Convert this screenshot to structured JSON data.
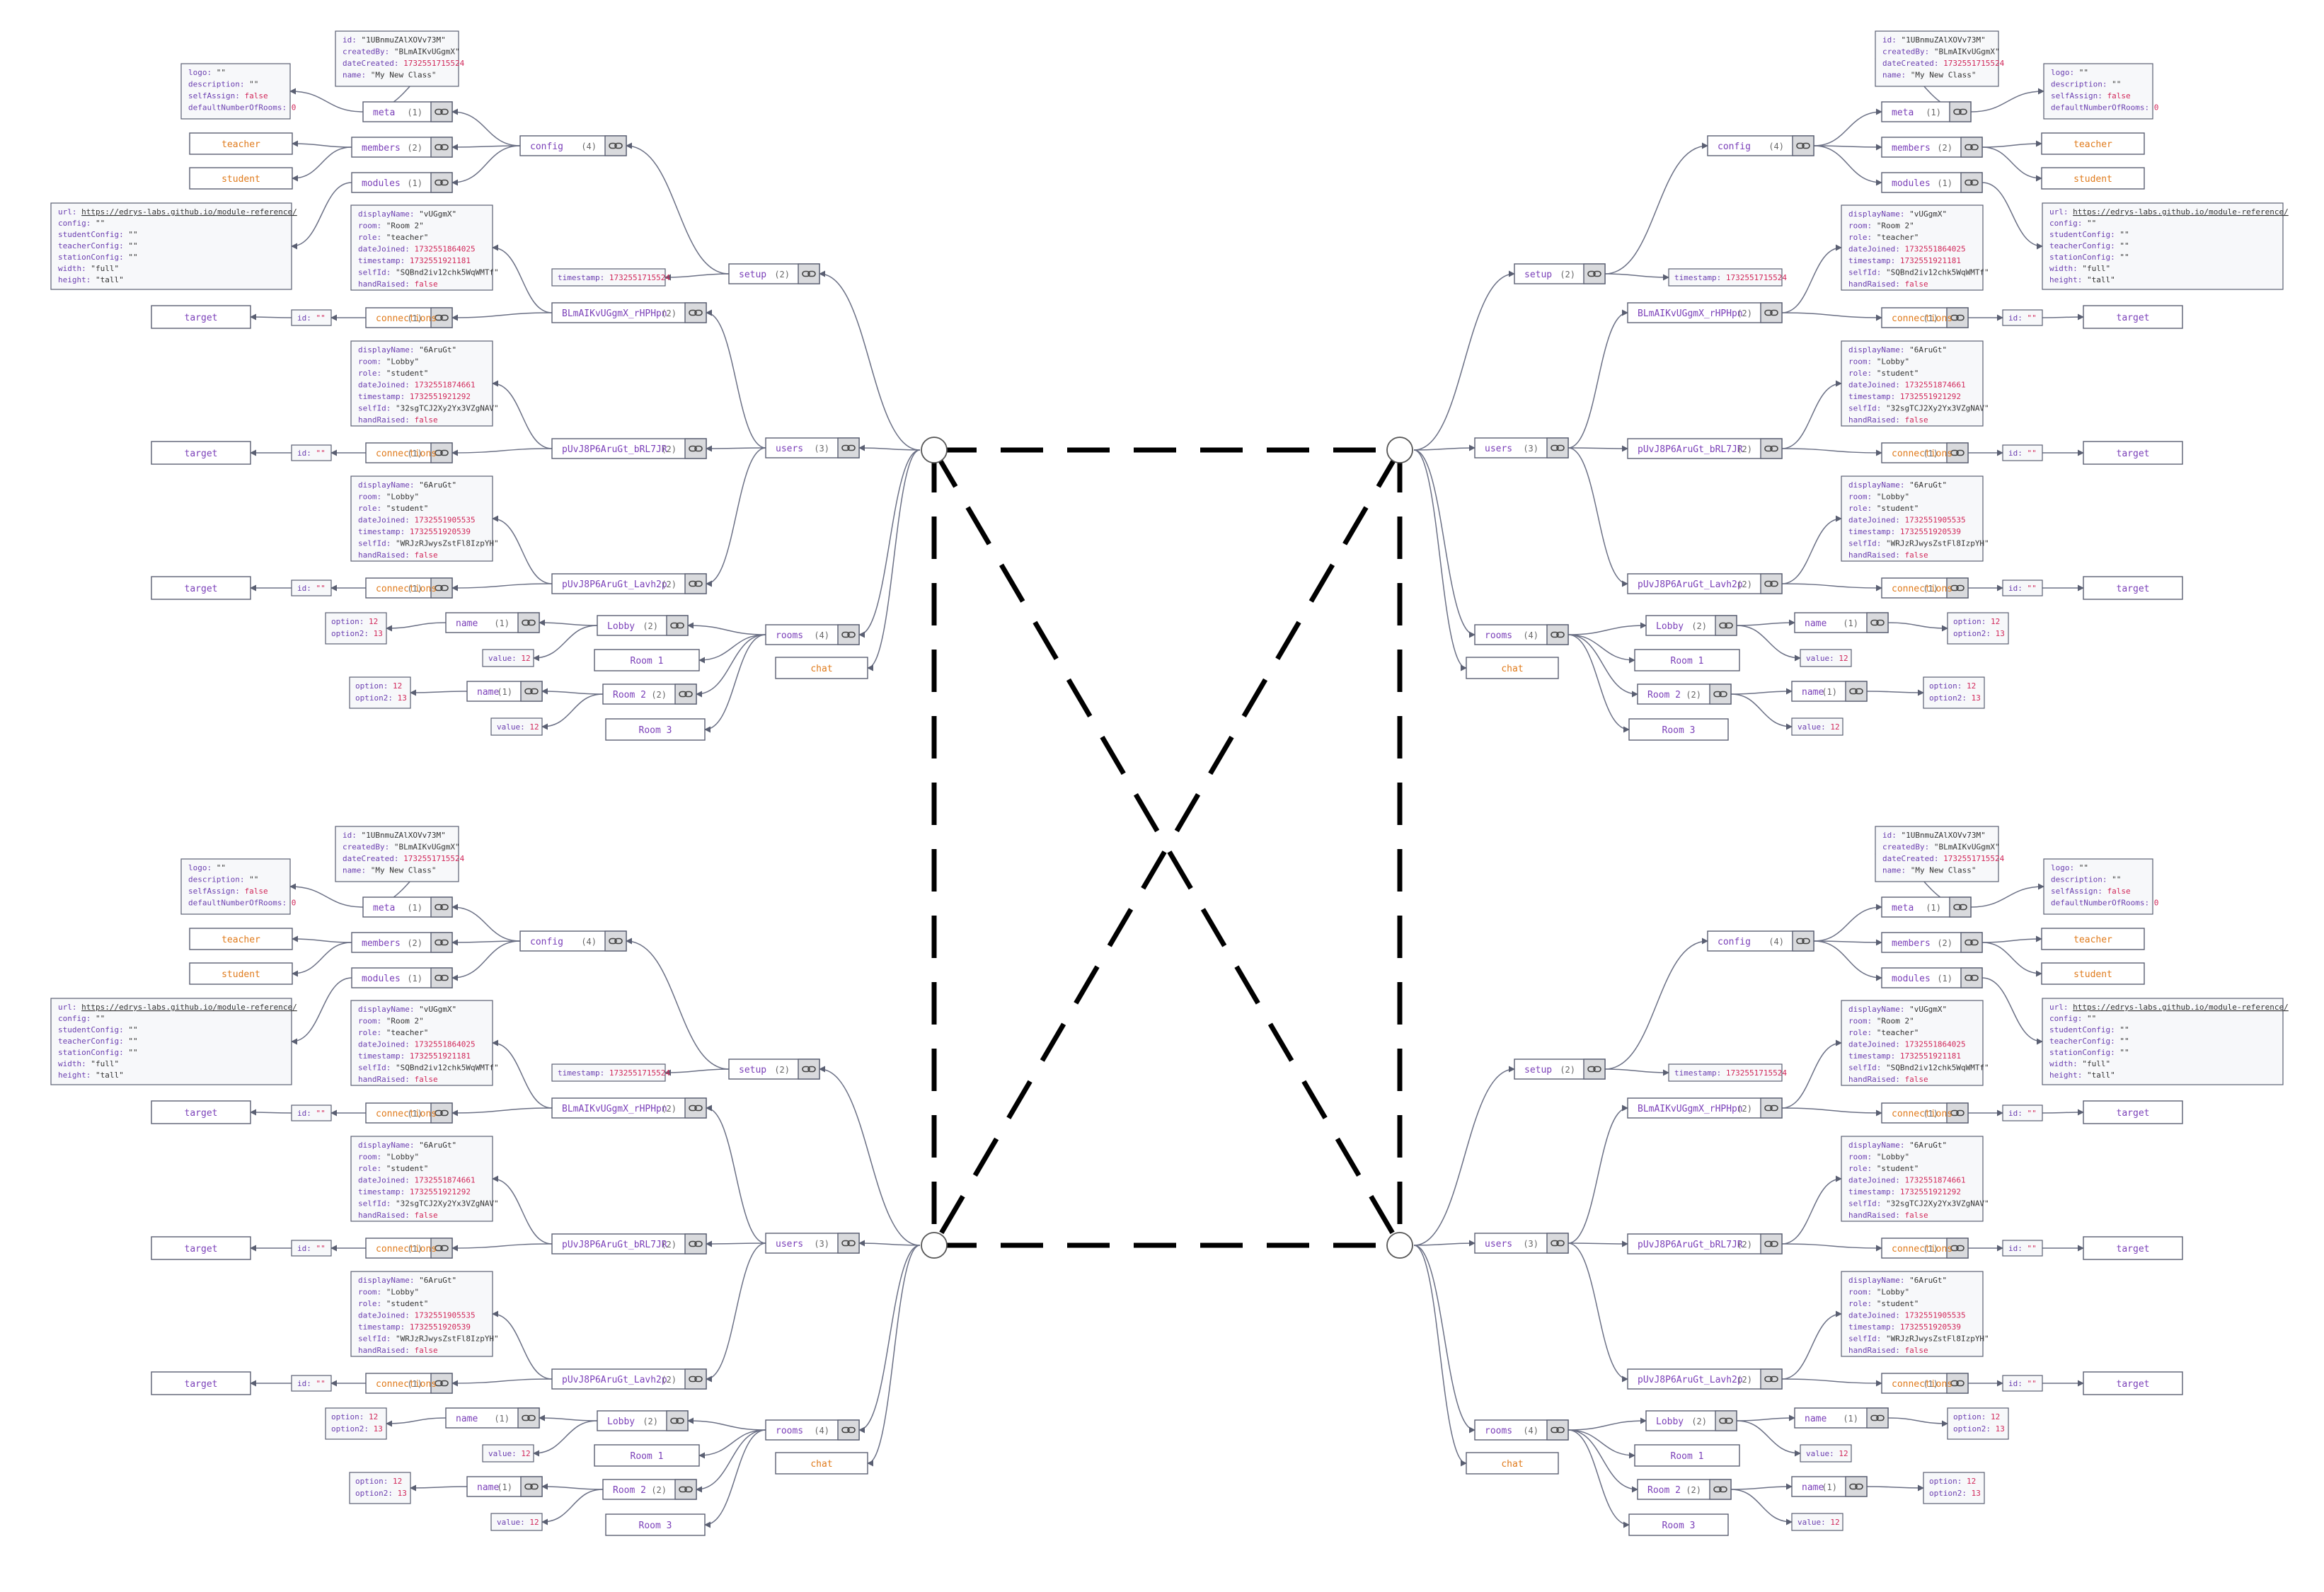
{
  "theme": {
    "edge": "#6b7085",
    "node_stroke": "#5a5f72",
    "node_fill": "#ffffff",
    "node_text": "#7a3fb8",
    "leaf_text": "#e07b1c",
    "count_text": "#666666",
    "info_fill": "#f7f8fa",
    "info_key": "#6b3fb0",
    "info_str": "#333333",
    "info_num": "#d1285a",
    "info_bool": "#d1285a",
    "icon_bg": "#d9dadd",
    "dashed": "#000000"
  },
  "graph": {
    "config": {
      "label": "config",
      "count": "(4)"
    },
    "meta": {
      "label": "meta",
      "count": "(1)"
    },
    "members": {
      "label": "members",
      "count": "(2)"
    },
    "modules": {
      "label": "modules",
      "count": "(1)"
    },
    "teacher": {
      "label": "teacher"
    },
    "student": {
      "label": "student"
    },
    "setup": {
      "label": "setup",
      "count": "(2)"
    },
    "timestamp": {
      "label": "timestamp: 1732551715524"
    },
    "users": {
      "label": "users",
      "count": "(3)"
    },
    "rooms": {
      "label": "rooms",
      "count": "(4)"
    },
    "chat": {
      "label": "chat"
    },
    "user1": {
      "label": "BLmAIKvUGgmX_rHPHpn",
      "count": "(2)"
    },
    "user2": {
      "label": "pUvJ8P6AruGt_bRL7JR",
      "count": "(2)"
    },
    "user3": {
      "label": "pUvJ8P6AruGt_Lavh2p",
      "count": "(2)"
    },
    "connections": {
      "label": "connections",
      "count": "(1)"
    },
    "id_empty": {
      "label": "id: \"\""
    },
    "target": {
      "label": "target"
    },
    "lobby": {
      "label": "Lobby",
      "count": "(2)"
    },
    "room1": {
      "label": "Room 1"
    },
    "room2": {
      "label": "Room 2",
      "count": "(2)"
    },
    "room3": {
      "label": "Room 3"
    },
    "name": {
      "label": "name",
      "count": "(1)"
    },
    "value12": {
      "label": "value: 12"
    },
    "options": [
      [
        "option:",
        "12"
      ],
      [
        "option2:",
        "13"
      ]
    ],
    "meta_info": [
      [
        "id:",
        "\"1UBnmuZAlXOVv73M\"",
        "s"
      ],
      [
        "createdBy:",
        "\"BLmAIKvUGgmX\"",
        "s"
      ],
      [
        "dateCreated:",
        "1732551715524",
        "n"
      ],
      [
        "name:",
        "\"My New Class\"",
        "s"
      ]
    ],
    "config_meta": [
      [
        "logo:",
        "\"\"",
        "s"
      ],
      [
        "description:",
        "\"\"",
        "s"
      ],
      [
        "selfAssign:",
        "false",
        "b"
      ],
      [
        "defaultNumberOfRooms:",
        "0",
        "n"
      ]
    ],
    "module_info": [
      [
        "url:",
        "https://edrys-labs.github.io/module-reference/",
        "u"
      ],
      [
        "config:",
        "\"\"",
        "s"
      ],
      [
        "studentConfig:",
        "\"\"",
        "s"
      ],
      [
        "teacherConfig:",
        "\"\"",
        "s"
      ],
      [
        "stationConfig:",
        "\"\"",
        "s"
      ],
      [
        "width:",
        "\"full\"",
        "s"
      ],
      [
        "height:",
        "\"tall\"",
        "s"
      ]
    ],
    "user1_info": [
      [
        "displayName:",
        "\"vUGgmX\"",
        "s"
      ],
      [
        "room:",
        "\"Room 2\"",
        "s"
      ],
      [
        "role:",
        "\"teacher\"",
        "s"
      ],
      [
        "dateJoined:",
        "1732551864025",
        "n"
      ],
      [
        "timestamp:",
        "1732551921181",
        "n"
      ],
      [
        "selfId:",
        "\"SQBnd2iv12chk5WqWMTf\"",
        "s"
      ],
      [
        "handRaised:",
        "false",
        "b"
      ]
    ],
    "user2_info": [
      [
        "displayName:",
        "\"6AruGt\"",
        "s"
      ],
      [
        "room:",
        "\"Lobby\"",
        "s"
      ],
      [
        "role:",
        "\"student\"",
        "s"
      ],
      [
        "dateJoined:",
        "1732551874661",
        "n"
      ],
      [
        "timestamp:",
        "1732551921292",
        "n"
      ],
      [
        "selfId:",
        "\"32sgTCJ2Xy2Yx3VZgNAV\"",
        "s"
      ],
      [
        "handRaised:",
        "false",
        "b"
      ]
    ],
    "user3_info": [
      [
        "displayName:",
        "\"6AruGt\"",
        "s"
      ],
      [
        "room:",
        "\"Lobby\"",
        "s"
      ],
      [
        "role:",
        "\"student\"",
        "s"
      ],
      [
        "dateJoined:",
        "1732551905535",
        "n"
      ],
      [
        "timestamp:",
        "1732551920539",
        "n"
      ],
      [
        "selfId:",
        "\"WRJzRJwysZstFl8IzpYH\"",
        "s"
      ],
      [
        "handRaised:",
        "false",
        "b"
      ]
    ]
  }
}
